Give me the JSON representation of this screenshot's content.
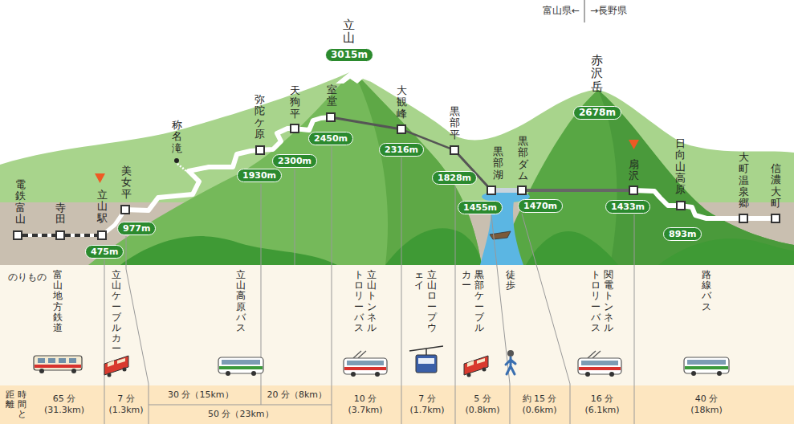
{
  "diagram": {
    "nodes": [
      {
        "text": [
          "電鉄富山"
        ]
      },
      {
        "text": [
          "寺田"
        ]
      },
      {
        "text": [
          "立山駅",
          "475m"
        ]
      },
      {
        "text": [
          "美女平",
          "977m"
        ]
      },
      {
        "text": [
          "弥陀ケ原",
          "1930m"
        ]
      },
      {
        "text": [
          "天狗平",
          "2300m"
        ]
      },
      {
        "text": [
          "室堂",
          "2450m"
        ]
      },
      {
        "text": [
          "大観峰",
          "2316m"
        ]
      },
      {
        "text": [
          "黒部平",
          "1828m"
        ]
      },
      {
        "text": [
          "黒部湖",
          "1455m"
        ]
      },
      {
        "text": [
          "黒部ダム",
          "1470m"
        ]
      },
      {
        "text": [
          "扇沢",
          "1433m"
        ]
      },
      {
        "text": [
          "日向山高原",
          "893m"
        ]
      },
      {
        "text": [
          "大町温泉郷"
        ]
      },
      {
        "text": [
          "信濃大町"
        ]
      },
      {
        "text": [
          "立山",
          "3015m"
        ]
      },
      {
        "text": [
          "赤沢岳",
          "2678m"
        ]
      }
    ],
    "edges": [
      {
        "from": 0,
        "to": 1,
        "arrow": "none"
      },
      {
        "from": 1,
        "to": 2,
        "arrow": "none"
      },
      {
        "from": 2,
        "to": 3,
        "arrow": "none"
      },
      {
        "from": 3,
        "to": 4,
        "arrow": "none"
      },
      {
        "from": 4,
        "to": 5,
        "arrow": "none"
      },
      {
        "from": 5,
        "to": 6,
        "arrow": "none"
      },
      {
        "from": 6,
        "to": 7,
        "arrow": "none"
      },
      {
        "from": 7,
        "to": 8,
        "arrow": "none"
      },
      {
        "from": 8,
        "to": 9,
        "arrow": "none"
      },
      {
        "from": 9,
        "to": 10,
        "arrow": "none"
      },
      {
        "from": 10,
        "to": 11,
        "arrow": "none"
      },
      {
        "from": 11,
        "to": 12,
        "arrow": "none"
      },
      {
        "from": 12,
        "to": 13,
        "arrow": "none"
      },
      {
        "from": 13,
        "to": 14,
        "arrow": "none"
      }
    ],
    "labels": [
      "富山県←",
      "→長野県",
      "称名滝",
      "のりもの",
      "富山地方鉄道",
      "立山ケーブルカー",
      "立山高原バス",
      "立山トンネルトロリーバス",
      "立山ロープウェイ",
      "黒部ケーブルカー",
      "徒歩",
      "関電トンネルトロリーバス",
      "路線バス",
      "時間と距離",
      "65 分 (31.3km)",
      "7 分 (1.3km)",
      "30 分（15km）",
      "20 分（8km）",
      "50 分（23km）",
      "10 分 (3.7km)",
      "7 分 (1.7km)",
      "5 分 (0.8km)",
      "約 15 分 (0.6km)",
      "16 分 (6.1km)",
      "40 分 (18km)"
    ]
  }
}
